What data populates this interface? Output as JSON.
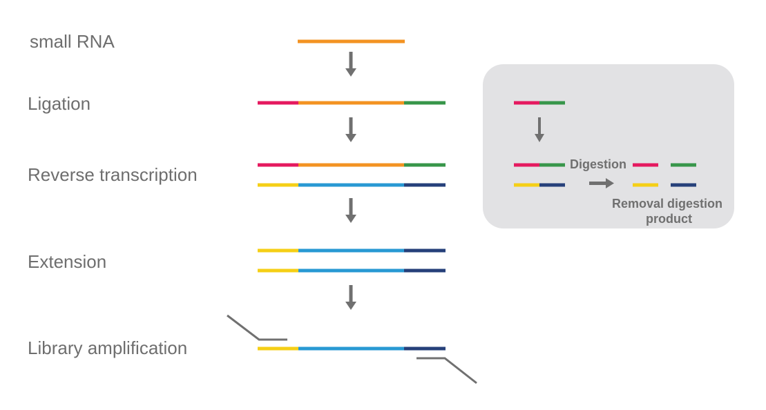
{
  "colors": {
    "orange": "#f39322",
    "pink": "#e5195f",
    "green": "#37964a",
    "yellow": "#f5cf16",
    "light_blue": "#2899d3",
    "dark_blue": "#26407a",
    "arrow": "#707070",
    "panel": "#e2e2e4",
    "text": "#6e6e6e"
  },
  "steps": [
    {
      "label": "small RNA"
    },
    {
      "label": "Ligation"
    },
    {
      "label": "Reverse transcription"
    },
    {
      "label": "Extension"
    },
    {
      "label": "Library amplification"
    }
  ],
  "panel": {
    "digestion_label": "Digestion",
    "removal_label_line1": "Removal digestion",
    "removal_label_line2": "product"
  }
}
